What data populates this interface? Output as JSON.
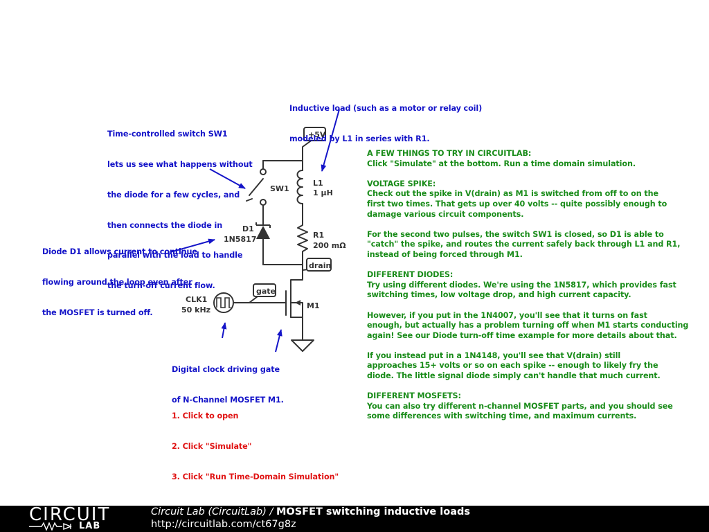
{
  "annotations": {
    "inductive_load": [
      "Inductive load (such as a motor or relay coil)",
      "modeled by L1 in series with R1."
    ],
    "switch_note": [
      "Time-controlled switch SW1",
      "lets us see what happens without",
      "the diode for a few cycles, and",
      "then connects the diode in",
      "parallel with the load to handle",
      "the turn-off current flow."
    ],
    "diode_note": [
      "Diode D1 allows current to continue",
      "flowing around the loop even after",
      "the MOSFET is turned off."
    ],
    "clock_note": [
      "Digital clock driving gate",
      "of N-Channel MOSFET M1."
    ],
    "steps": [
      "1. Click to open",
      "2. Click \"Simulate\"",
      "3. Click \"Run Time-Domain Simulation\""
    ]
  },
  "components": {
    "supply": "+5V",
    "sw1": "SW1",
    "l1_name": "L1",
    "l1_value": "1 µH",
    "d1_name": "D1",
    "d1_value": "1N5817",
    "r1_name": "R1",
    "r1_value": "200 mΩ",
    "drain_label": "drain",
    "gate_label": "gate",
    "m1": "M1",
    "clk_name": "CLK1",
    "clk_value": "50 kHz"
  },
  "instructions": [
    "A FEW THINGS TO TRY IN CIRCUITLAB:",
    "Click \"Simulate\" at the bottom. Run a time domain simulation.",
    "",
    "VOLTAGE SPIKE:",
    "Check out the spike in V(drain) as M1 is switched from off to on the",
    "first two times. That gets up over 40 volts -- quite possibly enough to",
    "damage various circuit components.",
    "",
    "For the second two pulses, the switch SW1 is closed, so D1 is able to",
    "\"catch\" the spike, and routes the current safely back through L1 and R1,",
    "instead of being forced through M1.",
    "",
    "DIFFERENT DIODES:",
    "Try using different diodes. We're using the 1N5817, which provides fast",
    "switching times, low voltage drop, and high current capacity.",
    "",
    "However, if you put in the 1N4007, you'll see that it turns on fast",
    "enough, but actually has a problem turning off when M1 starts conducting",
    "again! See our Diode turn-off time example for more details about that.",
    "",
    "If you instead put in a 1N4148, you'll see that V(drain) still",
    "approaches 15+ volts or so on each spike -- enough to likely fry the",
    "diode. The little signal diode simply can't handle that much current.",
    "",
    "DIFFERENT MOSFETS:",
    "You can also try different n-channel MOSFET parts, and you should see",
    "some differences with switching time, and maximum currents."
  ],
  "footer": {
    "logo_word": "CIRCUIT",
    "logo_sub": "LAB",
    "title_italic": "Circuit Lab (CircuitLab)",
    "title_sep": " / ",
    "title_bold": "MOSFET switching inductive loads",
    "url": "http://circuitlab.com/ct67g8z"
  },
  "colors": {
    "annotation": "#1414c8",
    "instructions": "#1a8c1a",
    "steps": "#e01414",
    "wire": "#333333",
    "footer_bg": "#000000"
  }
}
